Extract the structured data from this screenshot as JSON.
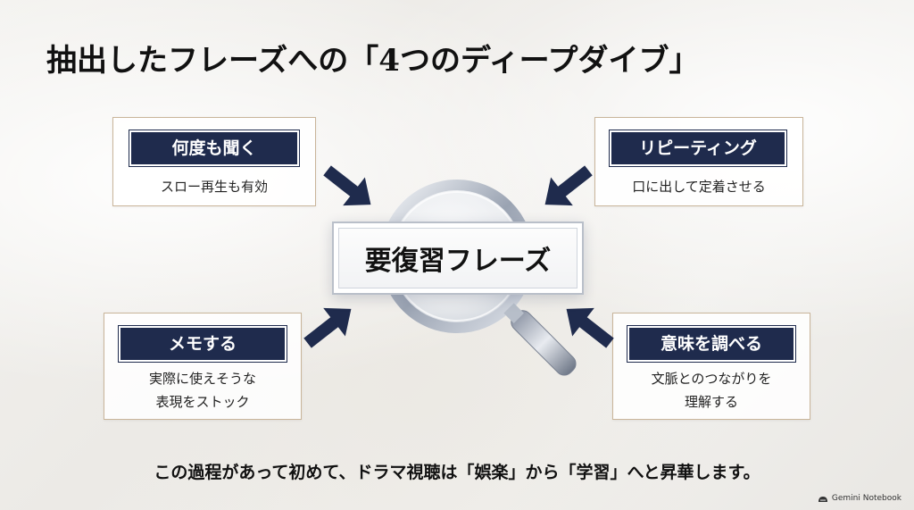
{
  "title": "抽出したフレーズへの「4つのディープダイブ」",
  "center": {
    "label": "要復習フレーズ"
  },
  "cards": {
    "top_left": {
      "label": "何度も聞く",
      "desc": [
        "スロー再生も有効"
      ]
    },
    "top_right": {
      "label": "リピーティング",
      "desc": [
        "口に出して定着させる"
      ]
    },
    "bottom_left": {
      "label": "メモする",
      "desc": [
        "実際に使えそうな",
        "表現をストック"
      ]
    },
    "bottom_right": {
      "label": "意味を調べる",
      "desc": [
        "文脈とのつながりを",
        "理解する"
      ]
    }
  },
  "footer": "この過程があって初めて、ドラマ視聴は「娯楽」から「学習」へと昇華します。",
  "watermark": "Gemini Notebook",
  "colors": {
    "navy": "#1f2b4d",
    "border_gold": "#c9b59a"
  },
  "icons": [
    "magnifying-glass-icon",
    "arrow-icon",
    "notebook-icon"
  ]
}
